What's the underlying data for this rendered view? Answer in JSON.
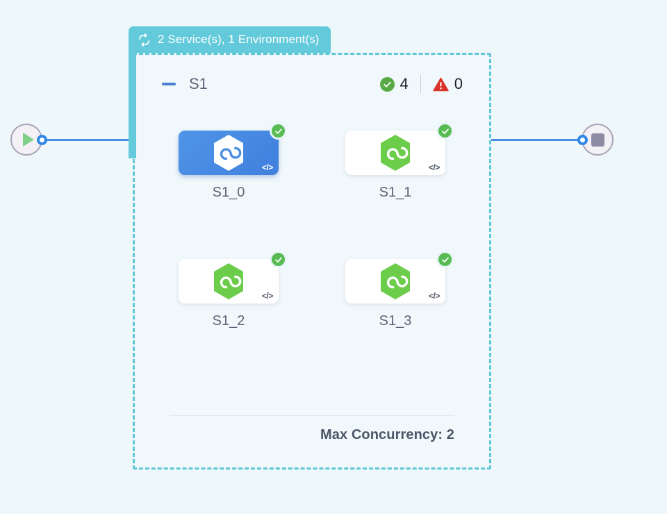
{
  "canvas": {
    "background_color": "#eef7fa"
  },
  "start_node": {
    "name": "start",
    "icon": "play-icon",
    "port": "output-port"
  },
  "end_node": {
    "name": "end",
    "icon": "stop-icon",
    "port": "input-port"
  },
  "group": {
    "tab_label": "2 Service(s), 1 Environment(s)",
    "tab_icon": "loop-icon",
    "tab_color": "#62cada",
    "border_color": "#5ec8d8"
  },
  "stage": {
    "collapse_icon": "minus-icon",
    "name": "S1",
    "success": {
      "icon": "check-circle-icon",
      "color": "#58aa46",
      "count": "4"
    },
    "warning": {
      "icon": "warning-triangle-icon",
      "color": "#d8342a",
      "count": "0"
    }
  },
  "tasks": [
    {
      "label": "S1_0",
      "selected": true,
      "status": "success",
      "status_icon": "check-circle-icon",
      "type_icon": "hexagon-node-icon",
      "code_icon": "code-icon",
      "code_glyph": "</>"
    },
    {
      "label": "S1_1",
      "selected": false,
      "status": "success",
      "status_icon": "check-circle-icon",
      "type_icon": "hexagon-node-icon",
      "code_icon": "code-icon",
      "code_glyph": "</>"
    },
    {
      "label": "S1_2",
      "selected": false,
      "status": "success",
      "status_icon": "check-circle-icon",
      "type_icon": "hexagon-node-icon",
      "code_icon": "code-icon",
      "code_glyph": "</>"
    },
    {
      "label": "S1_3",
      "selected": false,
      "status": "success",
      "status_icon": "check-circle-icon",
      "type_icon": "hexagon-node-icon",
      "code_icon": "code-icon",
      "code_glyph": "</>"
    }
  ],
  "footer": {
    "max_concurrency_label": "Max Concurrency: 2"
  }
}
